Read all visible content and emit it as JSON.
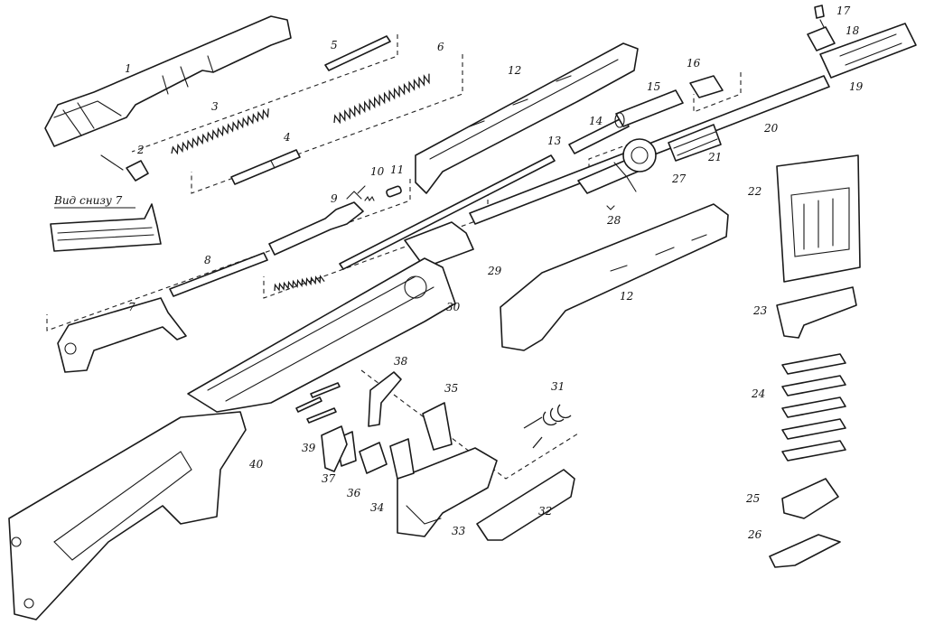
{
  "caption": "Вид снизу 7",
  "labels": [
    "1",
    "2",
    "3",
    "4",
    "5",
    "6",
    "7",
    "8",
    "9",
    "10",
    "11",
    "12",
    "13",
    "14",
    "15",
    "16",
    "17",
    "18",
    "19",
    "20",
    "21",
    "22",
    "23",
    "24",
    "25",
    "26",
    "27",
    "28",
    "29",
    "30",
    "31",
    "32",
    "33",
    "34",
    "35",
    "36",
    "37",
    "38",
    "39",
    "40"
  ],
  "colors": {
    "ink": "#1a1a1a",
    "paper": "#ffffff"
  }
}
